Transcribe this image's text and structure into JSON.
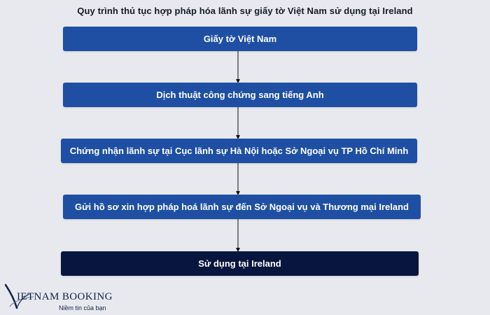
{
  "title": "Quy trình thủ tục hợp pháp hóa lãnh sự giấy tờ Việt Nam sử dụng tại Ireland",
  "steps": [
    {
      "label": "Giấy tờ Việt Nam"
    },
    {
      "label": "Dịch thuật công chứng sang tiếng Anh"
    },
    {
      "label": "Chứng nhận lãnh sự tại Cục lãnh sự Hà Nội hoặc Sở Ngoại vụ TP Hồ Chí Minh"
    },
    {
      "label": "Gửi hồ sơ xin hợp pháp hoá lãnh sự đến Sở Ngoại vụ và Thương mại Ireland"
    },
    {
      "label": "Sử dụng tại Ireland"
    }
  ],
  "logo": {
    "brand": "IETNAM BOOKING",
    "slogan": "Niềm tin của bạn"
  },
  "colors": {
    "background": "#e7e9ee",
    "step_blue": "#1f4fa3",
    "step_final": "#07153f",
    "text": "#141a2a"
  }
}
